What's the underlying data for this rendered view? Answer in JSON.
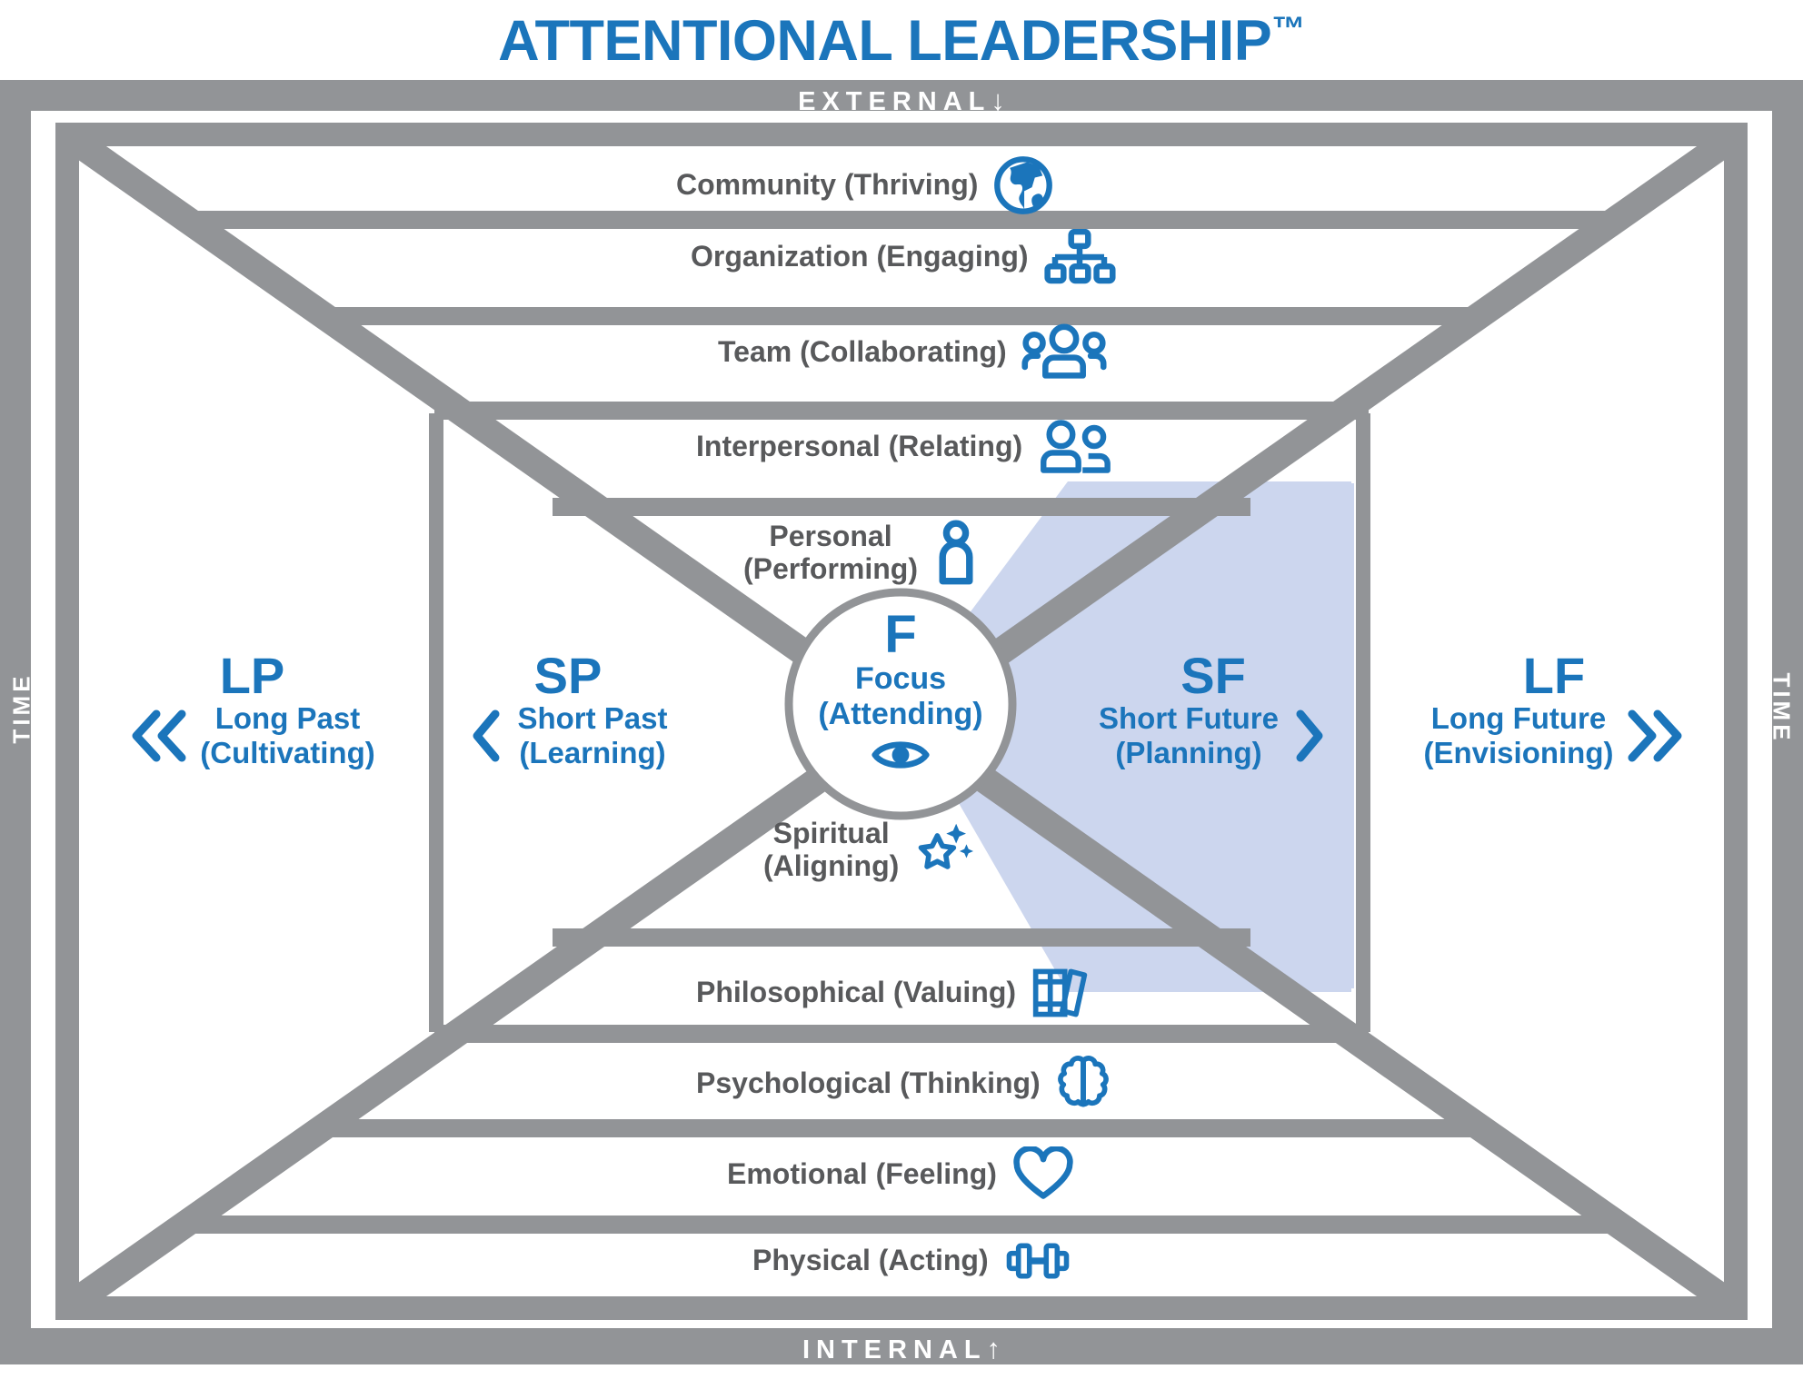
{
  "title": {
    "text": "ATTENTIONAL LEADERSHIP",
    "trademark": "™",
    "color": "#1b75bb"
  },
  "colors": {
    "brand_blue": "#1b75bb",
    "structure_gray": "#929497",
    "label_gray": "#58595b",
    "highlight_fill": "#ccd6ee",
    "background": "#ffffff"
  },
  "axis": {
    "top_label": "EXTERNAL",
    "top_arrow": "↓",
    "bottom_label": "INTERNAL",
    "bottom_arrow": "↑",
    "left_label": "TIME",
    "right_label": "TIME"
  },
  "levels": [
    {
      "name": "Community",
      "mode": "Thriving",
      "label": "Community (Thriving)",
      "icon": "globe-icon",
      "lines": [
        "Community (Thriving)"
      ]
    },
    {
      "name": "Organization",
      "mode": "Engaging",
      "label": "Organization (Engaging)",
      "icon": "org-chart-icon",
      "lines": [
        "Organization (Engaging)"
      ]
    },
    {
      "name": "Team",
      "mode": "Collaborating",
      "label": "Team (Collaborating)",
      "icon": "three-people-icon",
      "lines": [
        "Team (Collaborating)"
      ]
    },
    {
      "name": "Interpersonal",
      "mode": "Relating",
      "label": "Interpersonal (Relating)",
      "icon": "two-people-icon",
      "lines": [
        "Interpersonal (Relating)"
      ]
    },
    {
      "name": "Personal",
      "mode": "Performing",
      "label": "Personal (Performing)",
      "icon": "person-icon",
      "lines": [
        "Personal",
        "(Performing)"
      ]
    },
    {
      "name": "Spiritual",
      "mode": "Aligning",
      "label": "Spiritual (Aligning)",
      "icon": "sparkle-star-icon",
      "lines": [
        "Spiritual",
        "(Aligning)"
      ]
    },
    {
      "name": "Philosophical",
      "mode": "Valuing",
      "label": "Philosophical (Valuing)",
      "icon": "books-icon",
      "lines": [
        "Philosophical (Valuing)"
      ]
    },
    {
      "name": "Psychological",
      "mode": "Thinking",
      "label": "Psychological (Thinking)",
      "icon": "brain-icon",
      "lines": [
        "Psychological (Thinking)"
      ]
    },
    {
      "name": "Emotional",
      "mode": "Feeling",
      "label": "Emotional (Feeling)",
      "icon": "heart-icon",
      "lines": [
        "Emotional (Feeling)"
      ]
    },
    {
      "name": "Physical",
      "mode": "Acting",
      "label": "Physical (Acting)",
      "icon": "dumbbell-icon",
      "lines": [
        "Physical (Acting)"
      ]
    }
  ],
  "zones": [
    {
      "abbr": "LP",
      "line1": "Long Past",
      "line2": "(Cultivating)",
      "chevron": "double-left-chevron-icon",
      "side": "left",
      "highlighted": false
    },
    {
      "abbr": "SP",
      "line1": "Short Past",
      "line2": "(Learning)",
      "chevron": "single-left-chevron-icon",
      "side": "left",
      "highlighted": false
    },
    {
      "abbr": "SF",
      "line1": "Short Future",
      "line2": "(Planning)",
      "chevron": "single-right-chevron-icon",
      "side": "right",
      "highlighted": true
    },
    {
      "abbr": "LF",
      "line1": "Long Future",
      "line2": "(Envisioning)",
      "chevron": "double-right-chevron-icon",
      "side": "right",
      "highlighted": false
    }
  ],
  "focus": {
    "abbr": "F",
    "line1": "Focus",
    "line2": "(Attending)",
    "icon": "eye-icon"
  }
}
